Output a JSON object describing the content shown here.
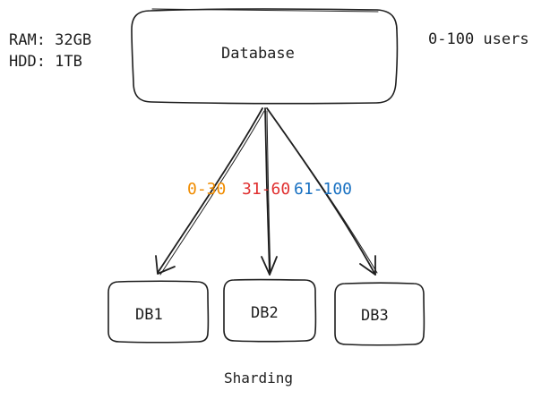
{
  "specs": {
    "ram": "RAM: 32GB",
    "hdd": "HDD: 1TB"
  },
  "users_label": "0-100 users",
  "main_node": {
    "label": "Database"
  },
  "edges": [
    {
      "range": "0-30",
      "color": "#f08c00",
      "to": "DB1"
    },
    {
      "range": "31-60",
      "color": "#e03131",
      "to": "DB2"
    },
    {
      "range": "61-100",
      "color": "#1971c2",
      "to": "DB3"
    }
  ],
  "shards": [
    {
      "label": "DB1"
    },
    {
      "label": "DB2"
    },
    {
      "label": "DB3"
    }
  ],
  "caption": "Sharding",
  "colors": {
    "stroke": "#1e1e1e",
    "background": "#ffffff"
  }
}
